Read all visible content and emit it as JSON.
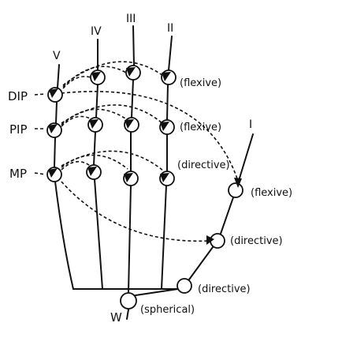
{
  "fingers": {
    "v": "V",
    "iv": "IV",
    "iii": "III",
    "ii": "II",
    "i": "I"
  },
  "joint_rows": {
    "dip": "DIP",
    "pip": "PIP",
    "mp": "MP"
  },
  "wrist": {
    "label": "W",
    "type": "(spherical)"
  },
  "joint_types": {
    "ii_dip": "(flexive)",
    "ii_pip": "(flexive)",
    "ii_mp": "(directive)",
    "thumb_ip": "(flexive)",
    "thumb_mp": "(directive)",
    "thumb_cmc": "(directive)"
  }
}
